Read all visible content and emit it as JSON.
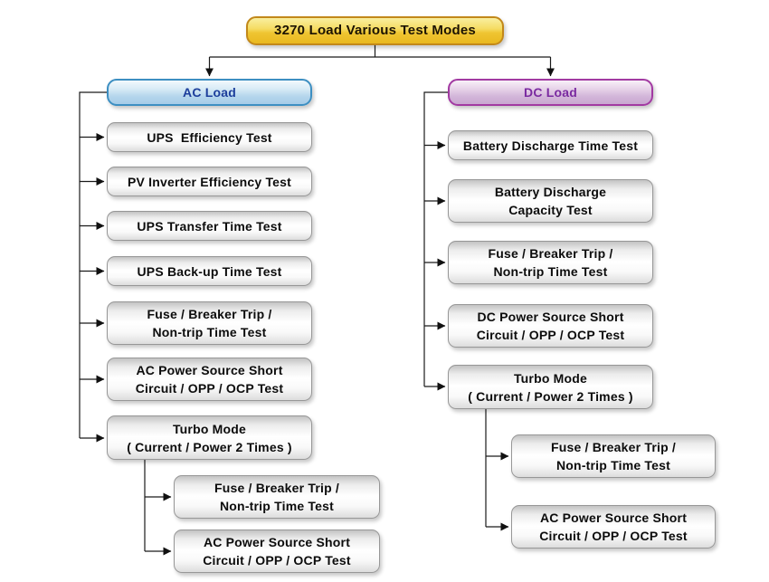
{
  "diagram": {
    "root": "3270 Load Various Test Modes",
    "ac": {
      "label": "AC Load",
      "children": [
        {
          "line1": "UPS  Efficiency Test"
        },
        {
          "line1": "PV Inverter Efficiency Test"
        },
        {
          "line1": "UPS Transfer Time Test"
        },
        {
          "line1": "UPS Back-up Time Test"
        },
        {
          "line1": "Fuse / Breaker Trip /",
          "line2": "Non-trip Time Test"
        },
        {
          "line1": "AC Power Source Short",
          "line2": "Circuit / OPP / OCP Test"
        },
        {
          "line1": "Turbo Mode",
          "line2": "( Current / Power 2 Times )"
        }
      ],
      "turbo_children": [
        {
          "line1": "Fuse / Breaker Trip /",
          "line2": "Non-trip Time Test"
        },
        {
          "line1": "AC Power Source Short",
          "line2": "Circuit / OPP / OCP Test"
        }
      ]
    },
    "dc": {
      "label": "DC Load",
      "children": [
        {
          "line1": "Battery Discharge Time Test"
        },
        {
          "line1": "Battery Discharge",
          "line2": "Capacity Test"
        },
        {
          "line1": "Fuse / Breaker Trip /",
          "line2": "Non-trip Time Test"
        },
        {
          "line1": "DC Power Source Short",
          "line2": "Circuit / OPP / OCP Test"
        },
        {
          "line1": "Turbo Mode",
          "line2": "( Current / Power 2 Times )"
        }
      ],
      "turbo_children": [
        {
          "line1": "Fuse / Breaker Trip /",
          "line2": "Non-trip Time Test"
        },
        {
          "line1": "AC Power Source Short",
          "line2": "Circuit / OPP / OCP Test"
        }
      ]
    },
    "colors": {
      "root_fill": "#f0c732",
      "root_border": "#c2881a",
      "ac_fill": "#b4d5ec",
      "ac_border": "#3d8fc2",
      "ac_text": "#1c3e9b",
      "dc_fill": "#d2b5d9",
      "dc_border": "#a23aa2",
      "dc_text": "#7a2aa0",
      "node_fill": "#f2f2f2",
      "node_border": "#979797",
      "connector": "#1a1a1a"
    }
  }
}
